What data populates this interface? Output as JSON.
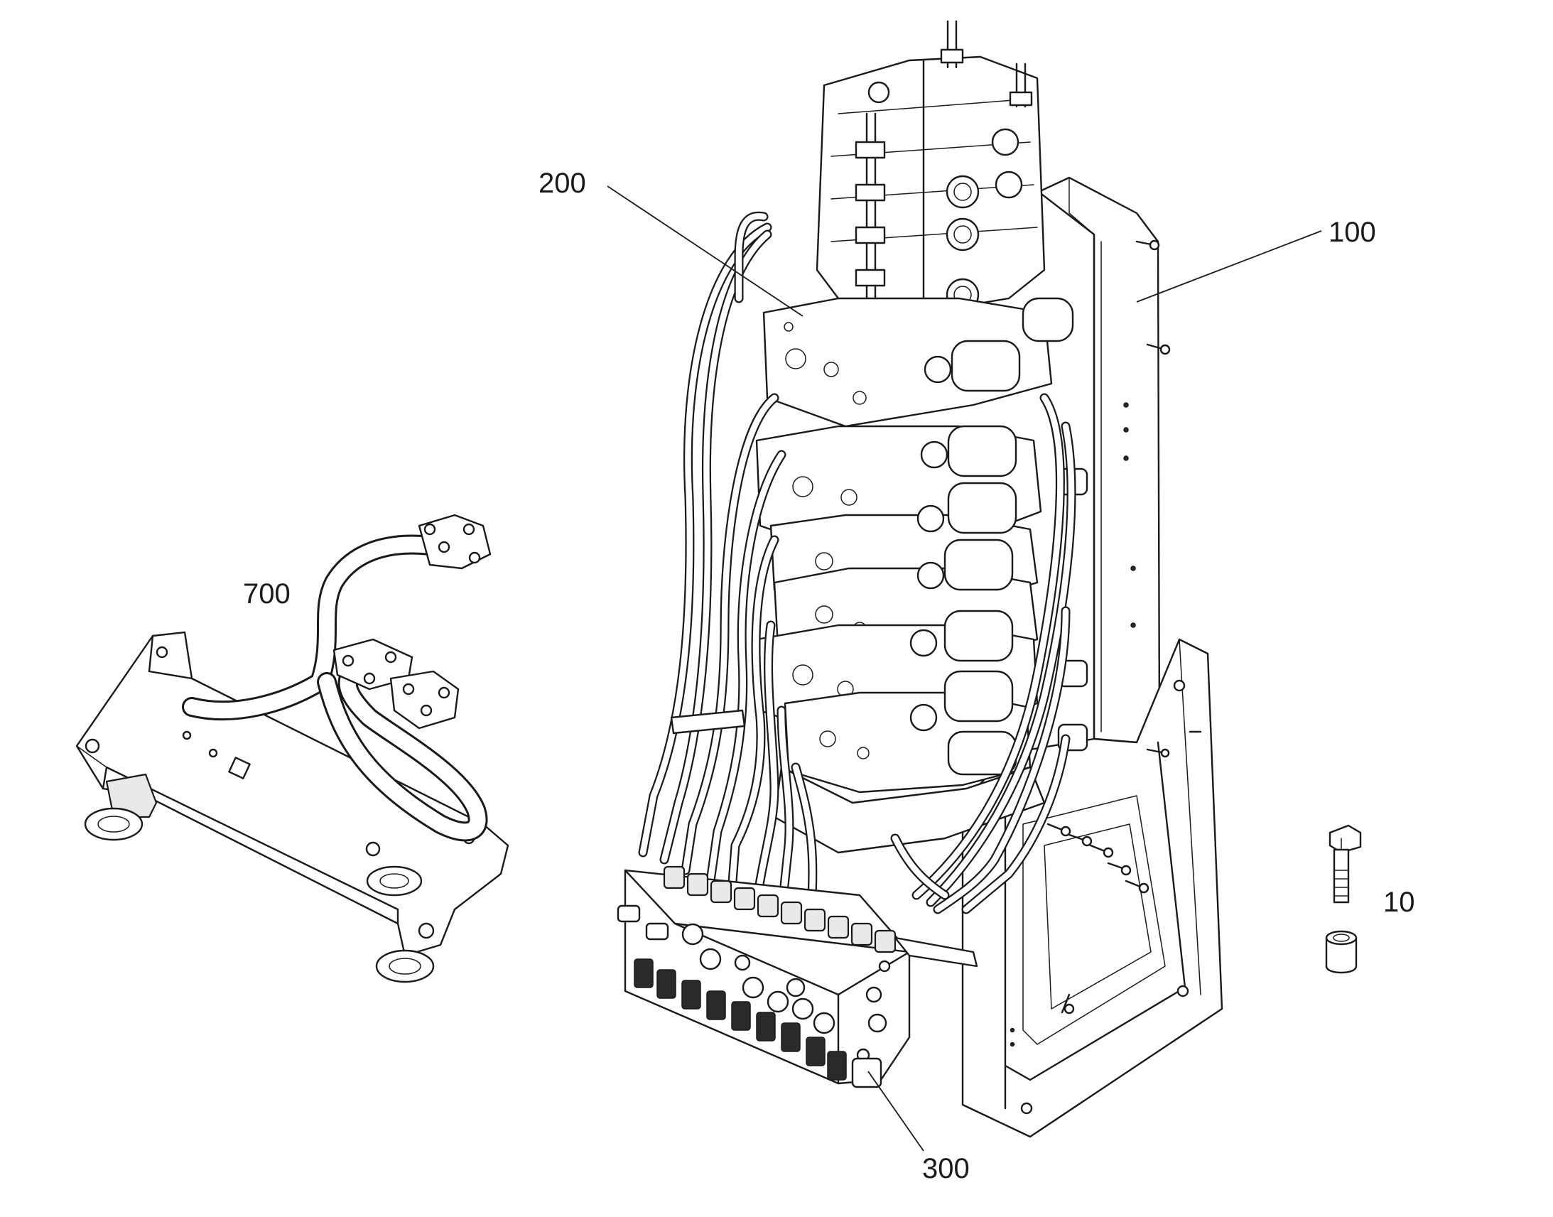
{
  "callouts": {
    "frame": "100",
    "valve_block": "200",
    "manifold": "300",
    "pipe_bracket": "700",
    "bolt_spacer": "10"
  },
  "colors": {
    "line": "#1a1a1a",
    "paper": "#ffffff",
    "shade": "#e9e9e9"
  }
}
